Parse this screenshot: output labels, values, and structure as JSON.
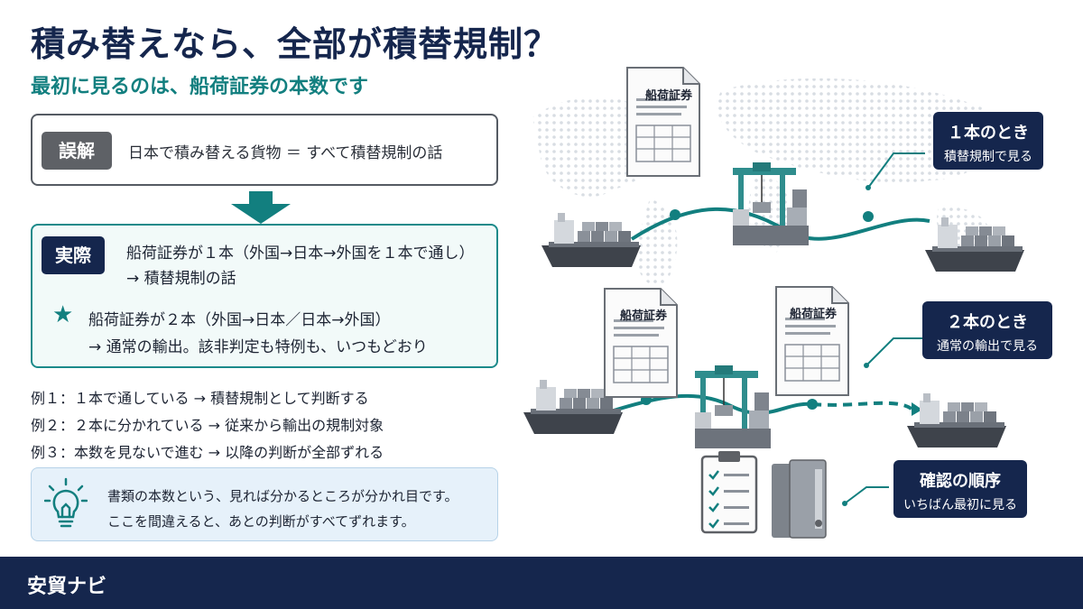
{
  "header": {
    "title": "積み替えなら、全部が積替規制？",
    "subtitle": "最初に見るのは、船荷証券の本数です"
  },
  "myth": {
    "tag": "誤解",
    "text": "日本で積み替える貨物 ＝ すべて積替規制の話"
  },
  "reality": {
    "tag": "実際",
    "line1": "船荷証券が１本（外国→日本→外国を１本で通し）",
    "line2": "→ 積替規制の話",
    "line3": "船荷証券が２本（外国→日本／日本→外国）",
    "line4": "→ 通常の輸出。該非判定も特例も、いつもどおり"
  },
  "examples": [
    "例１：１本で通している → 積替規制として判断する",
    "例２：２本に分かれている → 従来から輸出の規制対象",
    "例３：本数を見ないで進む → 以降の判断が全部ずれる"
  ],
  "tip": {
    "line1": "書類の本数という、見れば分かるところが分かれ目です。",
    "line2": "ここを間違えると、あとの判断がすべてずれます。"
  },
  "diagram": {
    "doc_label": "船荷証券",
    "callout_one": {
      "title": "１本のとき",
      "sub": "積替規制で見る"
    },
    "callout_two": {
      "title": "２本のとき",
      "sub": "通常の輸出で見る"
    },
    "callout_order": {
      "title": "確認の順序",
      "sub": "いちばん最初に見る"
    }
  },
  "footer": {
    "brand": "安貿ナビ"
  },
  "colors": {
    "navy": "#15264d",
    "teal": "#127f7f",
    "gray": "#5e6166"
  }
}
